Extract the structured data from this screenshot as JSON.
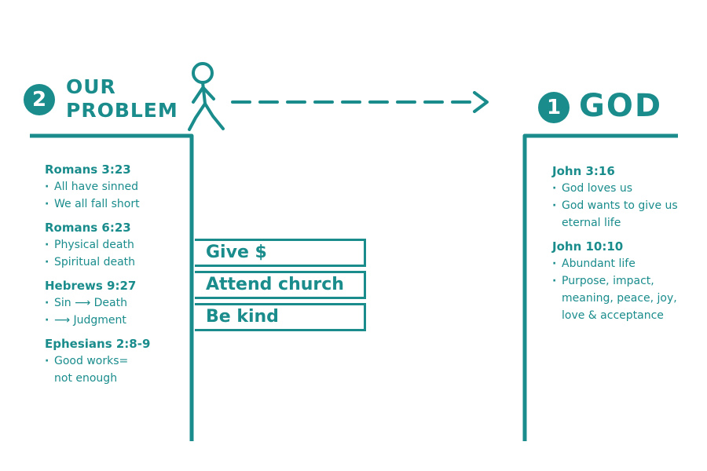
{
  "left": {
    "badge": "2",
    "heading_line1": "OUR",
    "heading_line2": "PROBLEM",
    "groups": [
      {
        "ref": "Romans 3:23",
        "points": [
          "All have sinned",
          "We all fall short"
        ]
      },
      {
        "ref": "Romans 6:23",
        "points": [
          "Physical death",
          "Spiritual death"
        ]
      },
      {
        "ref": "Hebrews 9:27",
        "points": [
          "Sin ⟶ Death",
          "⟶ Judgment"
        ]
      },
      {
        "ref": "Ephesians 2:8-9",
        "points": [
          "Good works= not enough"
        ]
      }
    ]
  },
  "right": {
    "badge": "1",
    "heading": "GOD",
    "groups": [
      {
        "ref": "John 3:16",
        "points": [
          "God loves us",
          "God wants to give us eternal life"
        ]
      },
      {
        "ref": "John 10:10",
        "points": [
          "Abundant life",
          "Purpose, impact, meaning, peace, joy, love & acceptance"
        ]
      }
    ]
  },
  "works": [
    "Give $",
    "Attend church",
    "Be kind"
  ],
  "colors": {
    "accent": "#1a8c8c",
    "background": "#ffffff"
  },
  "icons": {
    "figure": "walking-person-icon",
    "arrow": "dashed-arrow-icon"
  }
}
